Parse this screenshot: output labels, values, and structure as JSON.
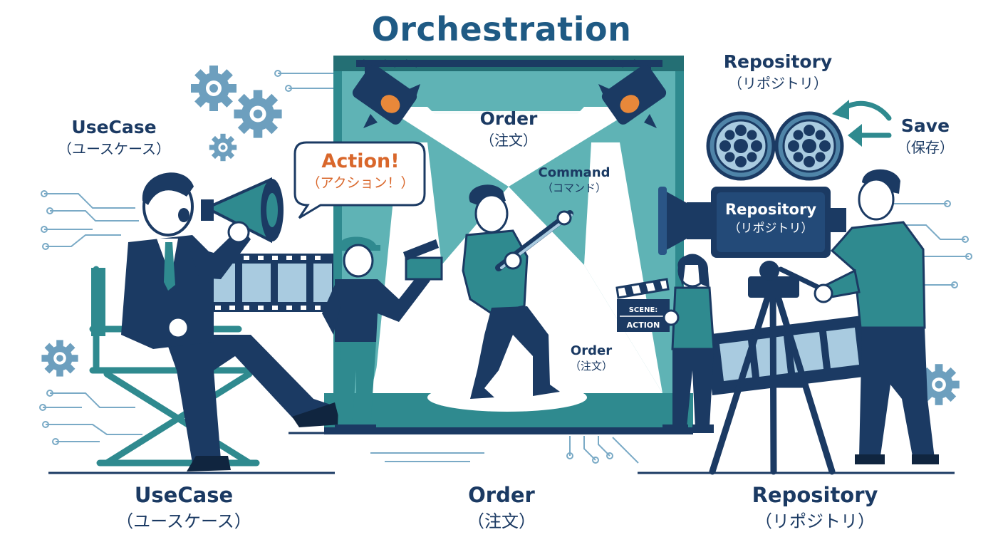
{
  "title": "Orchestration",
  "usecase": {
    "title": "UseCase",
    "sub": "（ユースケース）"
  },
  "order_top": {
    "title": "Order",
    "sub": "（注文）"
  },
  "action_bubble": {
    "title": "Action!",
    "sub": "（アクション！）"
  },
  "command": {
    "title": "Command",
    "sub": "（コマンド）"
  },
  "order_mid": {
    "title": "Order",
    "sub": "（注文）"
  },
  "repository_top": {
    "title": "Repository",
    "sub": "（リポジトリ）"
  },
  "repository_camera": {
    "title": "Repository",
    "sub": "（リポジトリ）"
  },
  "save": {
    "title": "Save",
    "sub": "（保存）"
  },
  "clapperboard": {
    "line1": "SCENE:",
    "line2": "ACTION"
  },
  "bottom": {
    "usecase": {
      "title": "UseCase",
      "sub": "（ユースケース）"
    },
    "order": {
      "title": "Order",
      "sub": "（注文）"
    },
    "repository": {
      "title": "Repository",
      "sub": "（リポジトリ）"
    }
  },
  "colors": {
    "navy": "#1b3a63",
    "teal": "#2f8a8f",
    "light_teal": "#5fb3b5",
    "pale": "#a9d4d6",
    "orange": "#d9672b",
    "gear": "#6d9fbe"
  }
}
